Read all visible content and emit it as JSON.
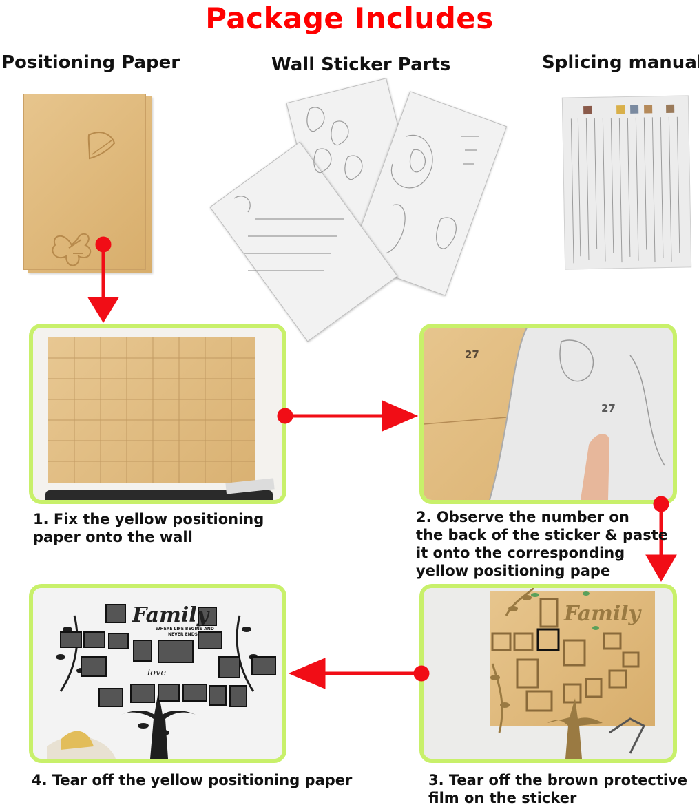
{
  "title": "Package Includes",
  "items": {
    "positioning_paper": "Positioning Paper",
    "wall_sticker_parts": "Wall Sticker Parts",
    "splicing_manual": "Splicing manual"
  },
  "steps": {
    "step1": [
      "1. Fix the yellow positioning",
      "paper onto the wall"
    ],
    "step2": [
      "2. Observe the number on",
      "the back of the sticker & paste",
      "it onto the corresponding",
      "yellow positioning pape"
    ],
    "step3": [
      "3. Tear off the brown protective",
      "film on the sticker"
    ],
    "step4": [
      "4. Tear off the yellow positioning paper"
    ]
  },
  "photo_text": {
    "number_left": "27",
    "number_right": "27",
    "family_word": "Family",
    "family_tagline_1": "WHERE LIFE BEGINS AND",
    "family_tagline_2": "NEVER ENDS",
    "love_word": "love",
    "family_word_wall": "Family"
  },
  "colors": {
    "title": "#ff0000",
    "arrow": "#f10d16",
    "frame_border": "#c8f06a",
    "kraft": "#d8ae6c"
  }
}
